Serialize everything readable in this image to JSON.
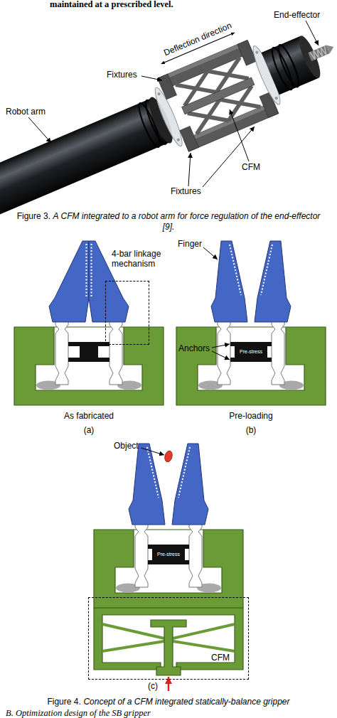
{
  "diagram": {
    "nodes": [
      {
        "text": [
          "4-bar linkage mechanism"
        ]
      },
      {
        "text": [
          "Pre-stress"
        ]
      },
      {
        "text": [
          "Pre-stress"
        ]
      },
      {
        "text": [
          "CFM"
        ]
      }
    ],
    "labels": [
      "maintained at a prescribed level.",
      "Deflection direction",
      "Fixtures",
      "End-effector",
      "Robot arm",
      "CFM",
      "Fixtures",
      "Figure 3.",
      "A CFM integrated to a robot arm for force regulation of the end-effector [9].",
      "Finger",
      "Anchors",
      "As fabricated",
      "Pre-loading",
      "(a)",
      "(b)",
      "Object",
      "(c)",
      "Figure 4.",
      "Concept of a CFM integrated statically-balance gripper",
      "B. Optimization design of the SB gripper"
    ]
  }
}
